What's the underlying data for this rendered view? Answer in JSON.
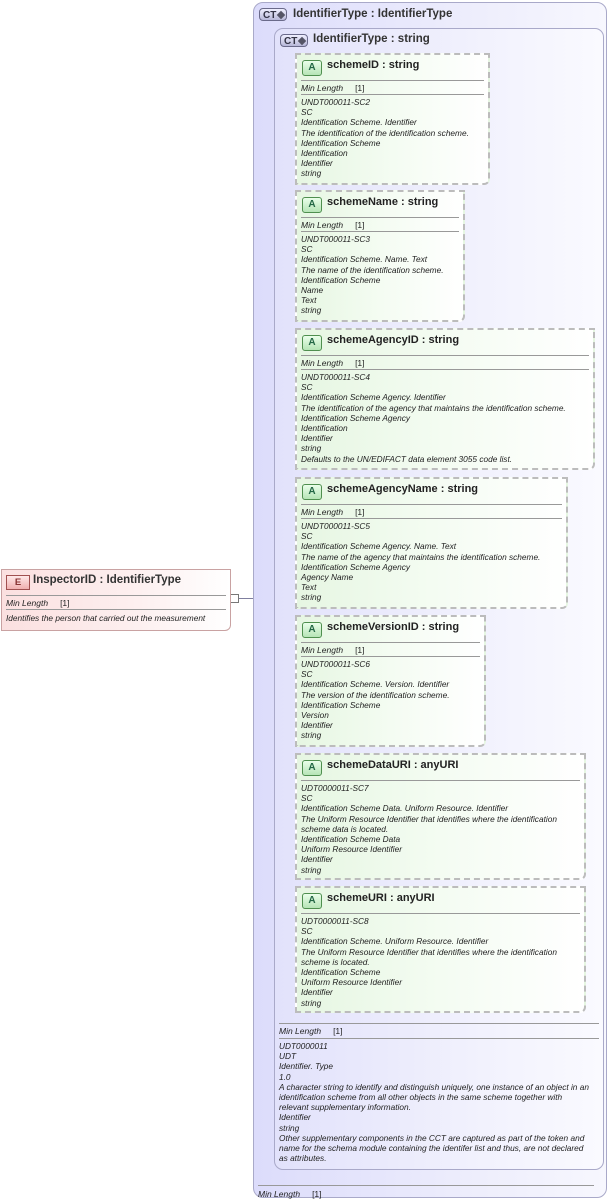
{
  "element": {
    "badge": "E",
    "name": "InspectorID",
    "type": "IdentifierType",
    "facet_label": "Min Length",
    "facet_value": "[1]",
    "doc": "Identifies the person that carried out the measurement"
  },
  "complex_type": {
    "badge": "CT",
    "name": "IdentifierType",
    "type": "IdentifierType",
    "facet_label": "Min Length",
    "facet_value": "[1]"
  },
  "inner_type": {
    "badge": "CT",
    "name": "IdentifierType",
    "type": "string",
    "facet_label": "Min Length",
    "facet_value": "[1]",
    "doc": [
      "UDT0000011",
      "UDT",
      "Identifier. Type",
      "1.0",
      "A character string to identify and distinguish uniquely, one instance of an object in an identification scheme from all other objects in the same scheme together with relevant supplementary information.",
      "Identifier",
      "string",
      "Other supplementary components in the CCT are captured as part of the token and name for the schema module containing the identifer list and thus, are not declared as attributes."
    ]
  },
  "attributes": [
    {
      "badge": "A",
      "name": "schemeID",
      "type": "string",
      "facet_label": "Min Length",
      "facet_value": "[1]",
      "doc": [
        "UNDT000011-SC2",
        "SC",
        "Identification Scheme. Identifier",
        "The identification of the identification scheme.",
        "Identification Scheme",
        "Identification",
        "Identifier",
        "string"
      ]
    },
    {
      "badge": "A",
      "name": "schemeName",
      "type": "string",
      "facet_label": "Min Length",
      "facet_value": "[1]",
      "doc": [
        "UNDT000011-SC3",
        "SC",
        "Identification Scheme. Name. Text",
        "The name of the identification scheme.",
        "Identification Scheme",
        "Name",
        "Text",
        "string"
      ]
    },
    {
      "badge": "A",
      "name": "schemeAgencyID",
      "type": "string",
      "facet_label": "Min Length",
      "facet_value": "[1]",
      "doc": [
        "UNDT000011-SC4",
        "SC",
        "Identification Scheme Agency. Identifier",
        "The identification of the agency that maintains the identification scheme.",
        "Identification Scheme Agency",
        "Identification",
        "Identifier",
        "string",
        "Defaults to the UN/EDIFACT data element 3055 code list."
      ]
    },
    {
      "badge": "A",
      "name": "schemeAgencyName",
      "type": "string",
      "facet_label": "Min Length",
      "facet_value": "[1]",
      "doc": [
        "UNDT000011-SC5",
        "SC",
        "Identification Scheme Agency. Name. Text",
        "The name of the agency that maintains the identification scheme.",
        "Identification Scheme Agency",
        "Agency Name",
        "Text",
        "string"
      ]
    },
    {
      "badge": "A",
      "name": "schemeVersionID",
      "type": "string",
      "facet_label": "Min Length",
      "facet_value": "[1]",
      "doc": [
        "UNDT000011-SC6",
        "SC",
        "Identification Scheme. Version. Identifier",
        "The version of the identification scheme.",
        "Identification Scheme",
        "Version",
        "Identifier",
        "string"
      ]
    },
    {
      "badge": "A",
      "name": "schemeDataURI",
      "type": "anyURI",
      "doc": [
        "UDT0000011-SC7",
        "SC",
        "Identification Scheme Data. Uniform Resource. Identifier",
        "The Uniform Resource Identifier that identifies where the identification scheme data is located.",
        "Identification Scheme Data",
        "Uniform Resource Identifier",
        "Identifier",
        "string"
      ]
    },
    {
      "badge": "A",
      "name": "schemeURI",
      "type": "anyURI",
      "doc": [
        "UDT0000011-SC8",
        "SC",
        "Identification Scheme. Uniform Resource. Identifier",
        "The Uniform Resource Identifier that identifies where the identification scheme is located.",
        "Identification Scheme",
        "Uniform Resource Identifier",
        "Identifier",
        "string"
      ]
    }
  ]
}
